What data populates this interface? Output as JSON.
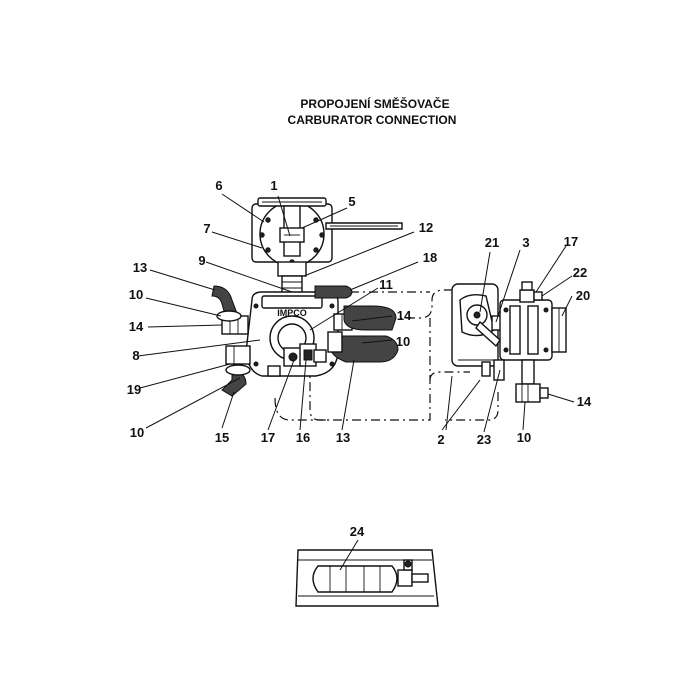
{
  "title": {
    "line1": "PROPOJENÍ SMĚŠOVAČE",
    "line2": "CARBURATOR CONNECTION"
  },
  "logo_text": "IMPCO",
  "labels": {
    "n1": "1",
    "n5": "5",
    "n6": "6",
    "n7": "7",
    "n12": "12",
    "n18": "18",
    "n9": "9",
    "n13a": "13",
    "n10a": "10",
    "n14a": "14",
    "n11": "11",
    "n14b": "14",
    "n10b": "10",
    "n8": "8",
    "n19": "19",
    "n10c": "10",
    "n15": "15",
    "n17a": "17",
    "n16": "16",
    "n13b": "13",
    "n21": "21",
    "n3": "3",
    "n17b": "17",
    "n22": "22",
    "n20": "20",
    "n14c": "14",
    "n10d": "10",
    "n2": "2",
    "n23": "23",
    "n24": "24"
  }
}
